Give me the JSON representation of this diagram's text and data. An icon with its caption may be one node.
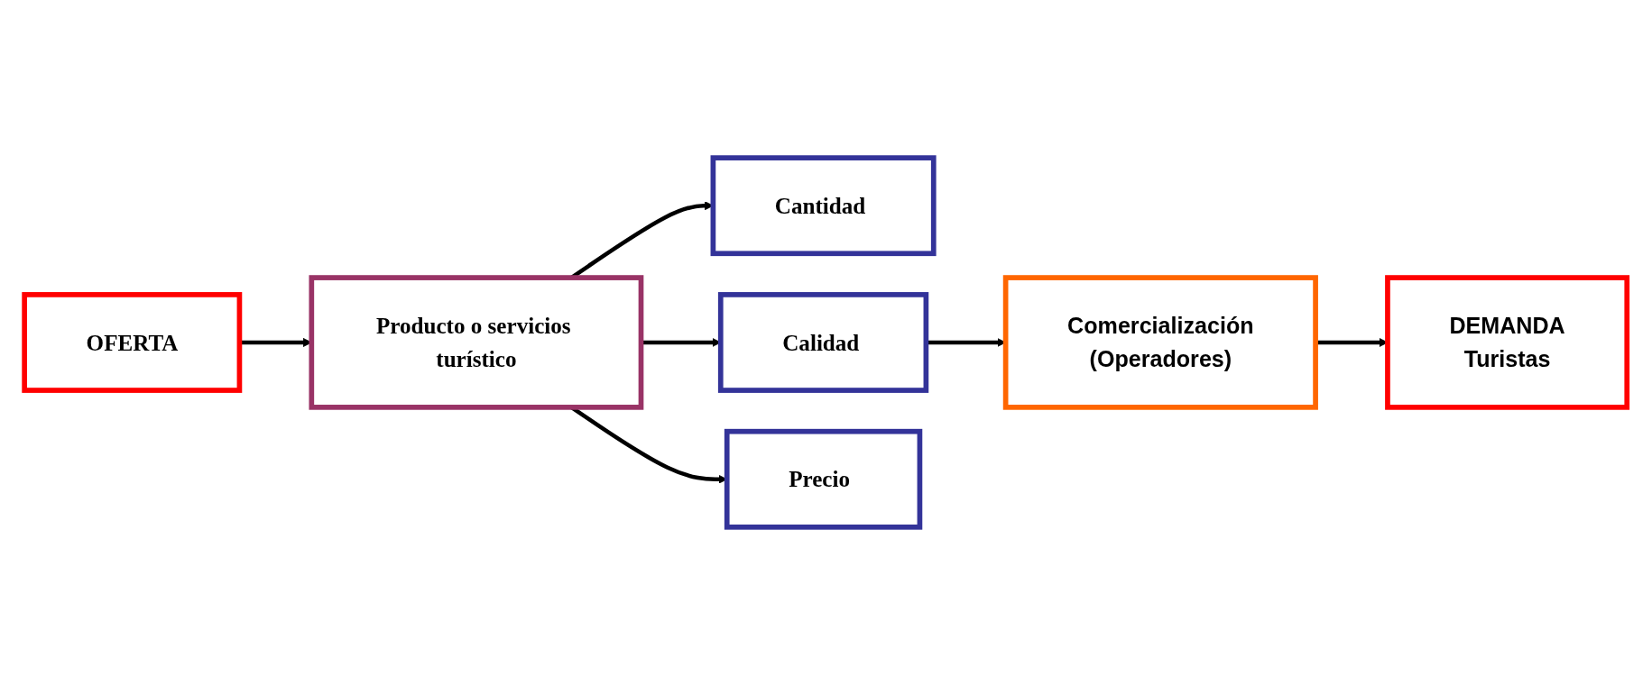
{
  "diagram": {
    "nodes": [
      {
        "text": [
          "OFERTA"
        ]
      },
      {
        "text": [
          "Producto o servicios turístico"
        ]
      },
      {
        "text": [
          "Cantidad"
        ]
      },
      {
        "text": [
          "Calidad"
        ]
      },
      {
        "text": [
          "Precio"
        ]
      },
      {
        "text": [
          "Comercialización",
          "(Operadores)"
        ]
      },
      {
        "text": [
          "DEMANDA",
          "Turistas"
        ]
      }
    ],
    "edges": [
      {
        "from": 0,
        "to": 1,
        "arrow": "to"
      },
      {
        "from": 1,
        "to": 2,
        "arrow": "to"
      },
      {
        "from": 1,
        "to": 3,
        "arrow": "to"
      },
      {
        "from": 1,
        "to": 4,
        "arrow": "to"
      },
      {
        "from": 3,
        "to": 5,
        "arrow": "to"
      },
      {
        "from": 5,
        "to": 6,
        "arrow": "to"
      }
    ]
  }
}
